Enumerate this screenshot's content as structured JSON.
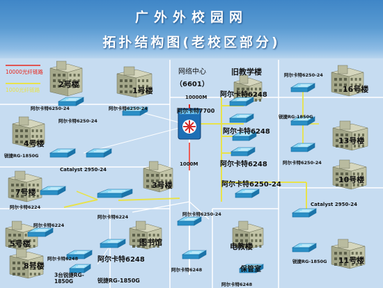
{
  "title_line1": "广外外校园网",
  "title_line2": "拓扑结构图(老校区部分)",
  "legend": {
    "fiber10000": "10000光纤链路",
    "fiber1000": "1000光纤链路",
    "color10000": "#e8261c",
    "color1000": "#e8e24a"
  },
  "network_center": {
    "label": "网络中心",
    "room": "（6601）",
    "link_label": "10000M",
    "switch": "阿尔卡特7700",
    "downlink": "1000M"
  },
  "buildings": {
    "b2": "2号楼",
    "b1": "1号楼",
    "old_teaching": "旧教学楼",
    "b16": "16号楼",
    "b4": "4号楼",
    "b13": "13号楼",
    "b10": "10号楼",
    "b7": "7号楼",
    "b3": "3号楼",
    "b5": "5号楼",
    "library": "图书馆",
    "e_teaching": "电教楼",
    "b8": "8号楼",
    "b11": "11号楼",
    "guard": "保管室"
  },
  "switches": {
    "a_b2": "阿尔卡特6250-24",
    "a_b1": "阿尔卡特6250-24",
    "r_b4": "锐捷RG-1850G",
    "catalyst_l": "Catalyst 2950-24",
    "a_b7": "阿尔卡特6224",
    "a_core3": "阿尔卡特6224",
    "a_b5": "阿尔卡特6224",
    "a_b8": "阿尔卡特6248",
    "lib1": "阿尔卡特6248",
    "b8_r_a": "3台锐捷RG-",
    "b8_r_b": "1850G",
    "lib_r": "锐捷RG-1850G",
    "mid_6250": "阿尔卡特6250-24",
    "mid_6248": "阿尔卡特6248",
    "bot_6248": "阿尔卡特6248",
    "old1": "阿尔卡特6248",
    "old2": "阿尔卡特6248",
    "old3": "阿尔卡特6248",
    "old4": "阿尔卡特6250-24",
    "r16_top": "阿尔卡特6250-24",
    "r16_r": "锐捷RG-1850G",
    "r13_a": "阿尔卡特6250-24",
    "catalyst_r": "Catalyst 2950-24",
    "r11_r": "锐捷RG-1850G"
  }
}
